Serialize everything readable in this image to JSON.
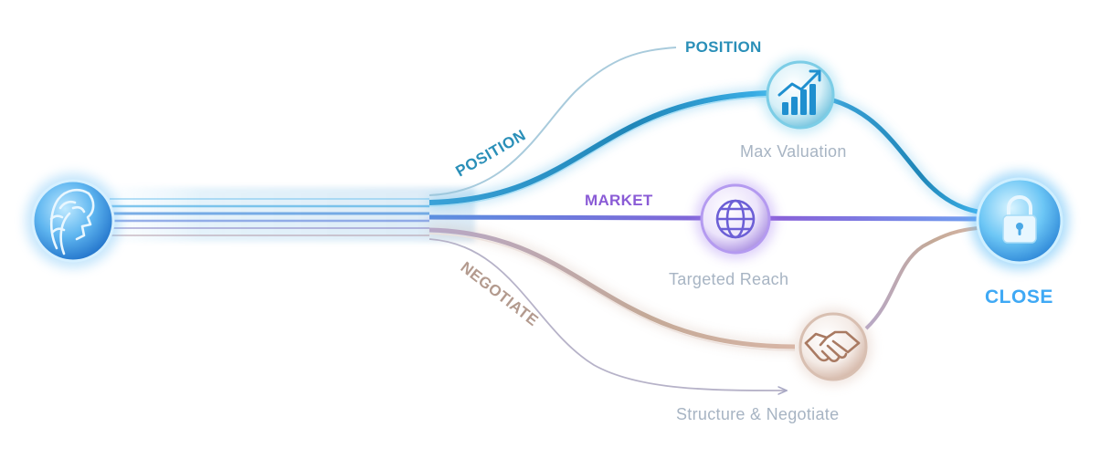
{
  "diagram": {
    "branch_labels": {
      "position_curved": "POSITION",
      "position_top": "POSITION",
      "market": "MARKET",
      "negotiate": "NEGOTIATE"
    },
    "nodes": {
      "start": {
        "icon": "lion-head-icon"
      },
      "max_valuation": {
        "caption": "Max Valuation",
        "icon": "bar-chart-growth-icon"
      },
      "targeted_reach": {
        "caption": "Targeted Reach",
        "icon": "globe-icon"
      },
      "structure_negotiate": {
        "caption": "Structure & Negotiate",
        "icon": "handshake-icon"
      },
      "close": {
        "caption": "CLOSE",
        "icon": "padlock-icon"
      }
    },
    "colors": {
      "position": "#2a8fb8",
      "market": "#8a5bd6",
      "negotiate": "#b39a8e",
      "close": "#3fa9f5",
      "caption": "#a7b4c3"
    }
  }
}
